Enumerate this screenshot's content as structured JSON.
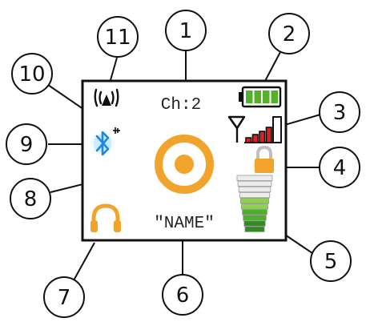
{
  "screen": {
    "channel_text": "Ch:2",
    "name_text": "\"NAME\"",
    "battery_level": 1.0,
    "signal_bars_active": 4,
    "volume_bars_total": 10,
    "volume_bars_active": 6
  },
  "callouts": [
    {
      "number": "1"
    },
    {
      "number": "2"
    },
    {
      "number": "3"
    },
    {
      "number": "4"
    },
    {
      "number": "5"
    },
    {
      "number": "6"
    },
    {
      "number": "7"
    },
    {
      "number": "8"
    },
    {
      "number": "9"
    },
    {
      "number": "10"
    },
    {
      "number": "11"
    }
  ],
  "icons": {
    "antenna": "antenna-icon",
    "battery": "battery-icon",
    "signal": "signal-strength-icon",
    "lock": "padlock-icon",
    "volume": "volume-bars-icon",
    "headphones": "headphones-icon",
    "record": "record-button-icon",
    "bluetooth": "bluetooth-icon",
    "vibration": "vibration-icon"
  },
  "colors": {
    "battery_green": "#55b02a",
    "battery_red": "#e02020",
    "signal_red": "#e02020",
    "orange": "#f2a32c",
    "bluetooth_blue": "#1e88e5",
    "volume_dark_green": "#2f8a1f",
    "volume_light": "#ececec"
  }
}
